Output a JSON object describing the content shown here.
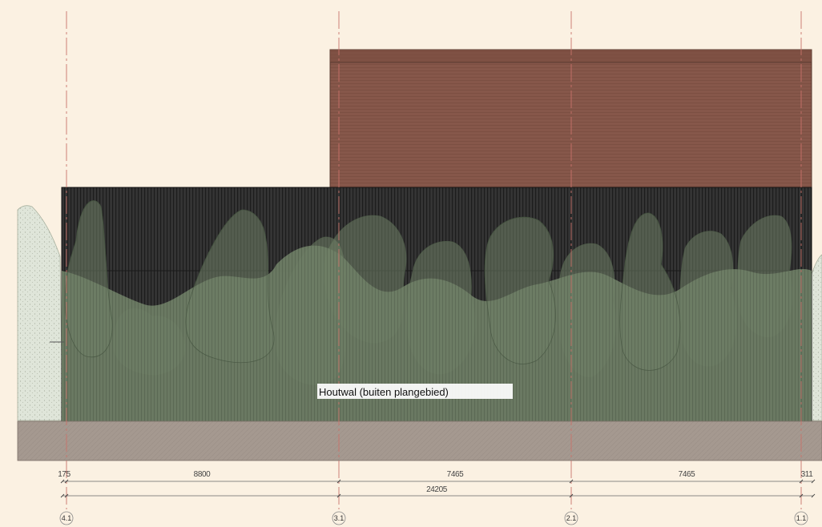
{
  "drawing": {
    "colors": {
      "background": "#fbf1e2",
      "upper_facade": "#86574a",
      "lower_facade": "#343434",
      "vegetation": "#6f7f66",
      "ground": "#a59990",
      "grid_line": "#c9726a",
      "hedge_left": "#dde3d7"
    },
    "label": "Houtwal (buiten plangebied)",
    "gridlines": [
      {
        "id": "4.1",
        "label": "4.1"
      },
      {
        "id": "3.1",
        "label": "3.1"
      },
      {
        "id": "2.1",
        "label": "2.1"
      },
      {
        "id": "1.1",
        "label": "1.1"
      }
    ],
    "dimensions": {
      "segments": [
        "175",
        "8800",
        "7465",
        "7465",
        "311"
      ],
      "total": "24205"
    }
  }
}
